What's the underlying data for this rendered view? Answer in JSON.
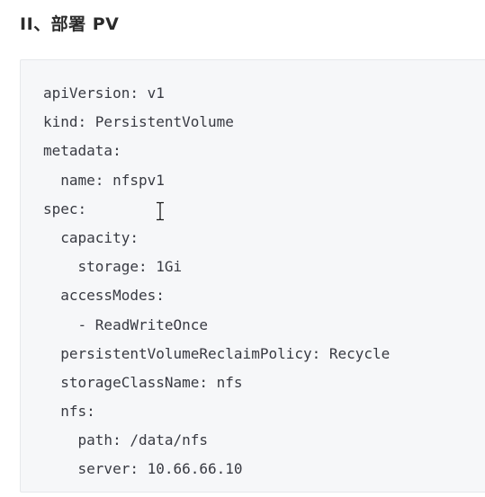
{
  "section": {
    "heading": "II、部署 PV"
  },
  "code": {
    "lines": [
      "apiVersion: v1",
      "kind: PersistentVolume",
      "metadata:",
      "  name: nfspv1",
      "spec:",
      "  capacity:",
      "    storage: 1Gi",
      "  accessModes:",
      "    - ReadWriteOnce",
      "  persistentVolumeReclaimPolicy: Recycle",
      "  storageClassName: nfs",
      "  nfs:",
      "    path: /data/nfs",
      "    server: 10.66.66.10"
    ]
  },
  "cursor": {
    "icon": "text-cursor-icon"
  }
}
